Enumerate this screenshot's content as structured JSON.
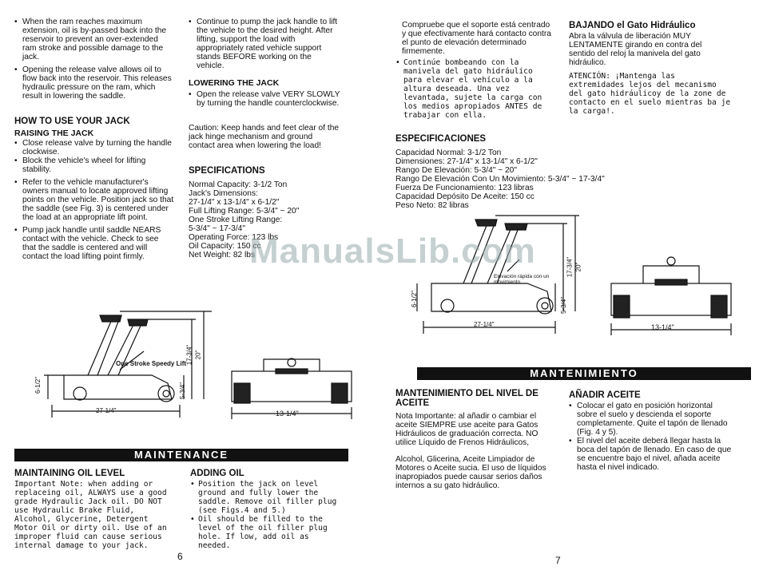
{
  "left_page": {
    "intro_bullets": [
      "When the ram reaches maximum extension, oil is by-passed back into the reservoir to prevent an over-extended ram stroke and possible damage to the jack.",
      "Opening the release valve allows oil to flow back into the reservoir. This releases hydraulic pressure on the ram, which result in lowering the saddle."
    ],
    "how_to_heading": "HOW TO USE YOUR JACK",
    "raising_heading": "RAISING THE JACK",
    "raising_bullets": [
      "Close release valve by turning the handle clockwise.",
      "Block the vehicle's wheel for lifting stability.",
      "Refer to the vehicle manufacturer's owners manual to locate approved lifting points on the vehicle. Position jack so that the saddle (see Fig. 3) is centered under the load at an appropriate lift point.",
      "Pump jack handle until saddle NEARS contact with the vehicle. Check to see that the saddle is centered and will contact the load lifting point firmly."
    ],
    "col2_bullets": [
      "Continue to pump the jack handle to lift the vehicle to the desired height. After lifting, support the load with appropriately rated vehicle support stands BEFORE working on the vehicle."
    ],
    "lowering_heading": "LOWERING THE JACK",
    "lowering_bullets": [
      "Open the release valve VERY SLOWLY by turning the handle counterclockwise."
    ],
    "caution": "Caution: Keep hands and feet clear of the jack hinge mechanism and ground contact area when lowering the load!",
    "spec_heading": "SPECIFICATIONS",
    "specs": [
      "Normal Capacity: 3-1/2 Ton",
      "Jack's Dimensions:",
      "27-1/4\" x 13-1/4\" x 6-1/2\"",
      "Full Lifting Range: 5-3/4\" ~ 20\"",
      "One Stroke Lifting Range:",
      "5-3/4\" ~ 17-3/4\"",
      "Operating Force: 123 lbs",
      "Oil Capacity: 150 cc",
      "Net Weight: 82 lbs"
    ],
    "diagram": {
      "label": "One Stroke Speedy Lift",
      "dim_height": "6-1/2\"",
      "dim_length": "27-1/4\"",
      "dim_lift": "17-3/4\"",
      "dim_full": "20\"",
      "dim_min": "5-3/4\"",
      "dim_width": "13-1/4\""
    },
    "band": "MAINTENANCE",
    "oil_level_heading": "MAINTAINING OIL LEVEL",
    "oil_level_text": "Important Note: when adding or replaceing oil, ALWAYS use a good grade Hydraulic Jack oil. DO NOT use Hydraulic Brake Fluid, Alcohol, Glycerine, Detergent Motor Oil or dirty oil. Use of an improper fluid can cause serious internal damage to your jack.",
    "adding_heading": "ADDING OIL",
    "adding_bullets": [
      "Position the jack on level ground and fully lower the saddle. Remove oil filler plug (see Figs.4 and 5.)",
      "Oil should be filled to the level of the oil filler plug hole. If low, add oil as needed."
    ],
    "page_number": "6"
  },
  "right_page": {
    "top_lines": [
      "Compruebe que el soporte está centrado y que efectivamente hará contacto contra el punto de elevación determinado firmemente."
    ],
    "top_bullets": [
      "Continúe bombeando con la manivela del gato hidráulico para elevar el vehículo a la altura deseada. Una vez levantada, sujete la carga con los medios apropiados ANTES de trabajar con ella."
    ],
    "bajando_heading": "BAJANDO el Gato Hidráulico",
    "bajando_text": "Abra la válvula de liberación MUY LENTAMENTE girando en contra del sentido del reloj la manivela del gato hidráulico.",
    "atencion_text": "ATENCIÓN: ¡Mantenga las extremidades lejos del mecanismo del gato hidráulicoy de la zone de contacto en el suelo mientras ba je la carga!.",
    "espec_heading": "ESPECIFICACIONES",
    "especs": [
      "Capacidad Normal: 3-1/2 Ton",
      "Dimensiones: 27-1/4\" x 13-1/4\" x 6-1/2\"",
      "Rango De Elevación: 5-3/4\" ~ 20\"",
      "Rango De Elevación Con Un Movimiento: 5-3/4\" ~ 17-3/4\"",
      "Fuerza De Funcionamiento: 123 libras",
      "Capacidad Depósito De Aceite: 150 cc",
      "Peso Neto: 82 libras"
    ],
    "diagram": {
      "label": "Elevación rápida con un movimiento",
      "dim_height": "6-1/2\"",
      "dim_length": "27-1/4\"",
      "dim_lift": "17-3/4\"",
      "dim_full": "20\"",
      "dim_min": "5-3/4\"",
      "dim_width": "13-1/4\""
    },
    "band": "MANTENIMIENTO",
    "nivel_heading": "MANTENIMIENTO DEL NIVEL DE ACEITE",
    "nivel_text_1": "Nota Importante: al añadir o cambiar el aceite SIEMPRE use aceite para Gatos Hidráulicos de graduación correcta. NO utilice Líquido de Frenos Hidráulicos,",
    "nivel_text_2": "Alcohol, Glicerina, Aceite Limpiador de Motores o Aceite sucia. El uso de líquidos inapropiados puede causar serios daños internos a su gato hidráulico.",
    "anadir_heading": "AÑADIR ACEITE",
    "anadir_bullets": [
      "Colocar el gato en posición horizontal sobre el suelo y descienda el soporte completamente. Quite el tapón de llenado (Fig. 4 y 5).",
      "El nivel del aceite deberá llegar hasta la boca del tapón de llenado. En caso de que se encuentre bajo el nivel, añada aceite hasta el nivel indicado."
    ],
    "page_number": "7"
  },
  "watermark": "ManualsLib.com"
}
